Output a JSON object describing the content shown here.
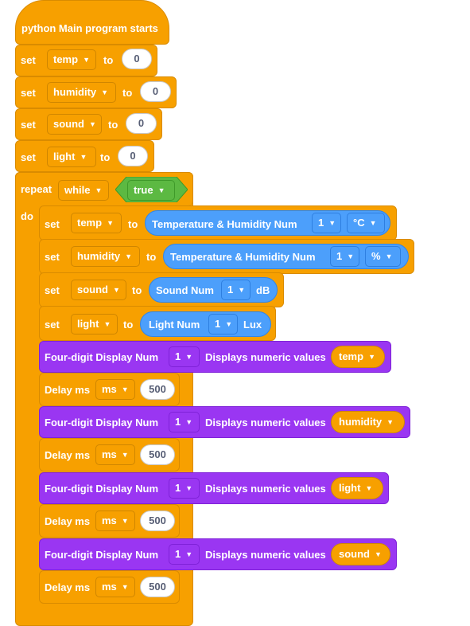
{
  "hat": {
    "label": "python Main program starts"
  },
  "init": [
    {
      "set": "set",
      "var": "temp",
      "to": "to",
      "value": "0"
    },
    {
      "set": "set",
      "var": "humidity",
      "to": "to",
      "value": "0"
    },
    {
      "set": "set",
      "var": "sound",
      "to": "to",
      "value": "0"
    },
    {
      "set": "set",
      "var": "light",
      "to": "to",
      "value": "0"
    }
  ],
  "repeat": {
    "label": "repeat",
    "mode": "while",
    "condition": "true",
    "do": "do"
  },
  "loop_sets": [
    {
      "set": "set",
      "var": "temp",
      "to": "to",
      "sensor": "Temperature & Humidity Num",
      "num": "1",
      "unit": "°C"
    },
    {
      "set": "set",
      "var": "humidity",
      "to": "to",
      "sensor": "Temperature & Humidity Num",
      "num": "1",
      "unit": "%"
    },
    {
      "set": "set",
      "var": "sound",
      "to": "to",
      "sensor": "Sound Num",
      "num": "1",
      "unit": "dB"
    },
    {
      "set": "set",
      "var": "light",
      "to": "to",
      "sensor": "Light Num",
      "num": "1",
      "unit": "Lux"
    }
  ],
  "display": {
    "label": "Four-digit Display Num",
    "num": "1",
    "action": "Displays numeric values"
  },
  "display_vars": [
    "temp",
    "humidity",
    "light",
    "sound"
  ],
  "delay": {
    "label": "Delay ms",
    "unit": "ms",
    "value": "500"
  },
  "colors": {
    "control": "#f7a000",
    "sensor": "#4c9ffb",
    "display": "#9a36f2",
    "logic": "#5cb942"
  }
}
